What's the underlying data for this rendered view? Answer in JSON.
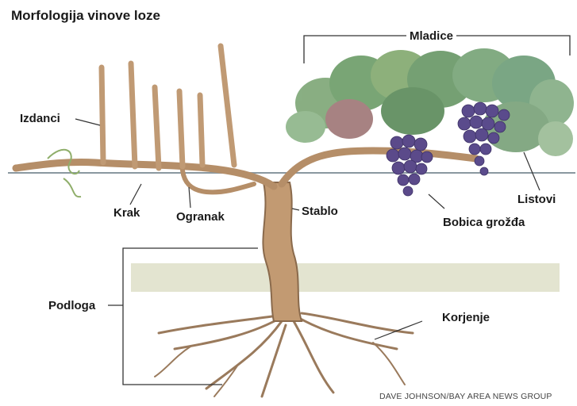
{
  "title": "Morfologija vinove loze",
  "labels": {
    "izdanci": "Izdanci",
    "mladice": "Mladice",
    "krak": "Krak",
    "ogranak": "Ogranak",
    "stablo": "Stablo",
    "bobica": "Bobica grožđa",
    "listovi": "Listovi",
    "podloga": "Podloga",
    "korjenje": "Korjenje"
  },
  "credit": "DAVE JOHNSON/BAY AREA NEWS GROUP",
  "colors": {
    "wood": "#c9a27a",
    "wood_dark": "#8a6a4c",
    "grape": "#5b4a8a",
    "leaf": "#6e9e6a",
    "ground": "#dcdcc4",
    "wire": "#7d8c94",
    "line": "#333333"
  }
}
